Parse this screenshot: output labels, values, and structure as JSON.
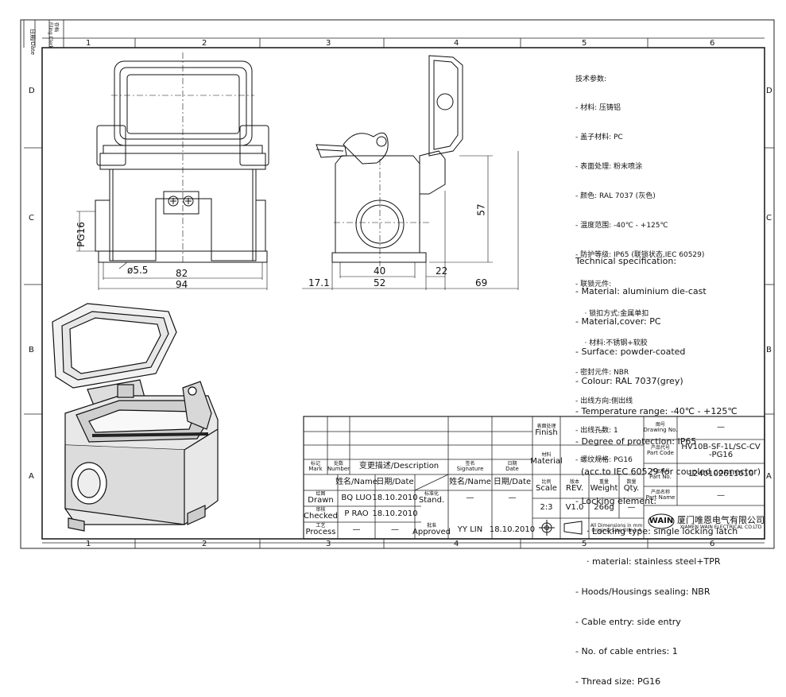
{
  "drawing": {
    "zones_top": [
      "1",
      "2",
      "3",
      "4",
      "5",
      "6"
    ],
    "zones_bottom": [
      "1",
      "2",
      "3",
      "4",
      "5",
      "6"
    ],
    "zones_left": [
      "D",
      "C",
      "B",
      "A"
    ],
    "zones_right": [
      "D",
      "C",
      "B",
      "A"
    ],
    "side_tab": {
      "date_label": "日期/Date",
      "filing_zh": "存档",
      "filing_en": "Filing Clerk"
    }
  },
  "dimensions": {
    "pg": "PG16",
    "hole": "ø5.5",
    "d82": "82",
    "d94": "94",
    "d40": "40",
    "d52": "52",
    "d22": "22",
    "d17": "17.1",
    "d69": "69",
    "d57": "57"
  },
  "notes_zh": {
    "lines": [
      "技术参数:",
      "- 材料: 压铸铝",
      "- 盖子材料: PC",
      "- 表面处理: 粉末喷涂",
      "- 颜色: RAL 7037 (灰色)",
      "- 温度范围: -40℃ - +125℃",
      "- 防护等级: IP65 (联锁状态,IEC 60529)",
      "- 联锁元件:",
      "    · 锁扣方式:金属单扣",
      "    · 材料:不锈钢+软胶",
      "- 密封元件: NBR",
      "- 出线方向:侧出线",
      "- 出线孔数: 1",
      "- 螺纹规格: PG16"
    ]
  },
  "notes_en": {
    "lines": [
      "Technical specification:",
      "- Material: aluminium die-cast",
      "- Material,cover: PC",
      "- Surface: powder-coated",
      "- Colour: RAL 7037(grey)",
      "- Temperature range: -40℃ - +125℃",
      "- Degree of protection: IP65",
      "  (acc.to IEC 60529 for coupled connector)",
      "- Locking element:",
      "    · Locking type: single locking latch",
      "    · material: stainless steel+TPR",
      "- Hoods/Housings sealing: NBR",
      "- Cable entry: side entry",
      "- No. of cable entries: 1",
      "- Thread size: PG16"
    ]
  },
  "title_block": {
    "rev_table": {
      "mark_zh": "标记",
      "mark_en": "Mark",
      "number_zh": "处数",
      "number_en": "Number",
      "desc": "变更描述/Description",
      "sig_zh": "签名",
      "sig_en": "Signature",
      "date_zh": "日期",
      "date_en": "Date"
    },
    "name_hdr": "姓名/Name",
    "date_hdr": "日期/Date",
    "drawn_zh": "绘图",
    "drawn_en": "Drawn",
    "checked_zh": "审核",
    "checked_en": "Checked",
    "process_zh": "工艺",
    "process_en": "Process",
    "stand_zh": "标准化",
    "stand_en": "Stand.",
    "approved_zh": "批准",
    "approved_en": "Approved",
    "drawn_name": "BQ LUO",
    "drawn_date": "18.10.2010",
    "checked_name": "P RAO",
    "checked_date": "18.10.2010",
    "process_name": "—",
    "process_date": "—",
    "stand_name": "—",
    "stand_date": "—",
    "approved_name": "YY LIN",
    "approved_date": "18.10.2010",
    "finish_zh": "表面处理",
    "finish_en": "Finish",
    "finish_val": "—",
    "material_zh": "材料",
    "material_en": "Material",
    "material_val": "—",
    "scale_zh": "比例",
    "scale_en": "Scale",
    "scale_val": "2:3",
    "rev_zh": "版本",
    "rev_en": "REV.",
    "rev_val": "V1.0",
    "weight_zh": "重量",
    "weight_en": "Weight",
    "weight_val": "266g",
    "qty_zh": "数量",
    "qty_en": "Qty.",
    "qty_val": "—",
    "dim_note1": "All Dimensions in mm",
    "dim_note2": "Original Size DIN A 4",
    "drawing_no_zh": "图号",
    "drawing_no_en": "Drawing No.",
    "drawing_no_val": "—",
    "part_code_zh": "产品代号",
    "part_code_en": "Part Code",
    "part_code_val1": "HV10B-SF-1L/SC-CV",
    "part_code_val2": "-PG16",
    "part_no_zh": "产品料号",
    "part_no_en": "Part No.",
    "part_no_val": "1240102611010",
    "part_name_zh": "产品名称",
    "part_name_en": "Part Name",
    "part_name_val": "—",
    "company_zh": "厦门唯恩电气有限公司",
    "company_en": "XIAMEN WAIN ELECTRICAL CO.LTD",
    "logo_text": "WAIN"
  }
}
